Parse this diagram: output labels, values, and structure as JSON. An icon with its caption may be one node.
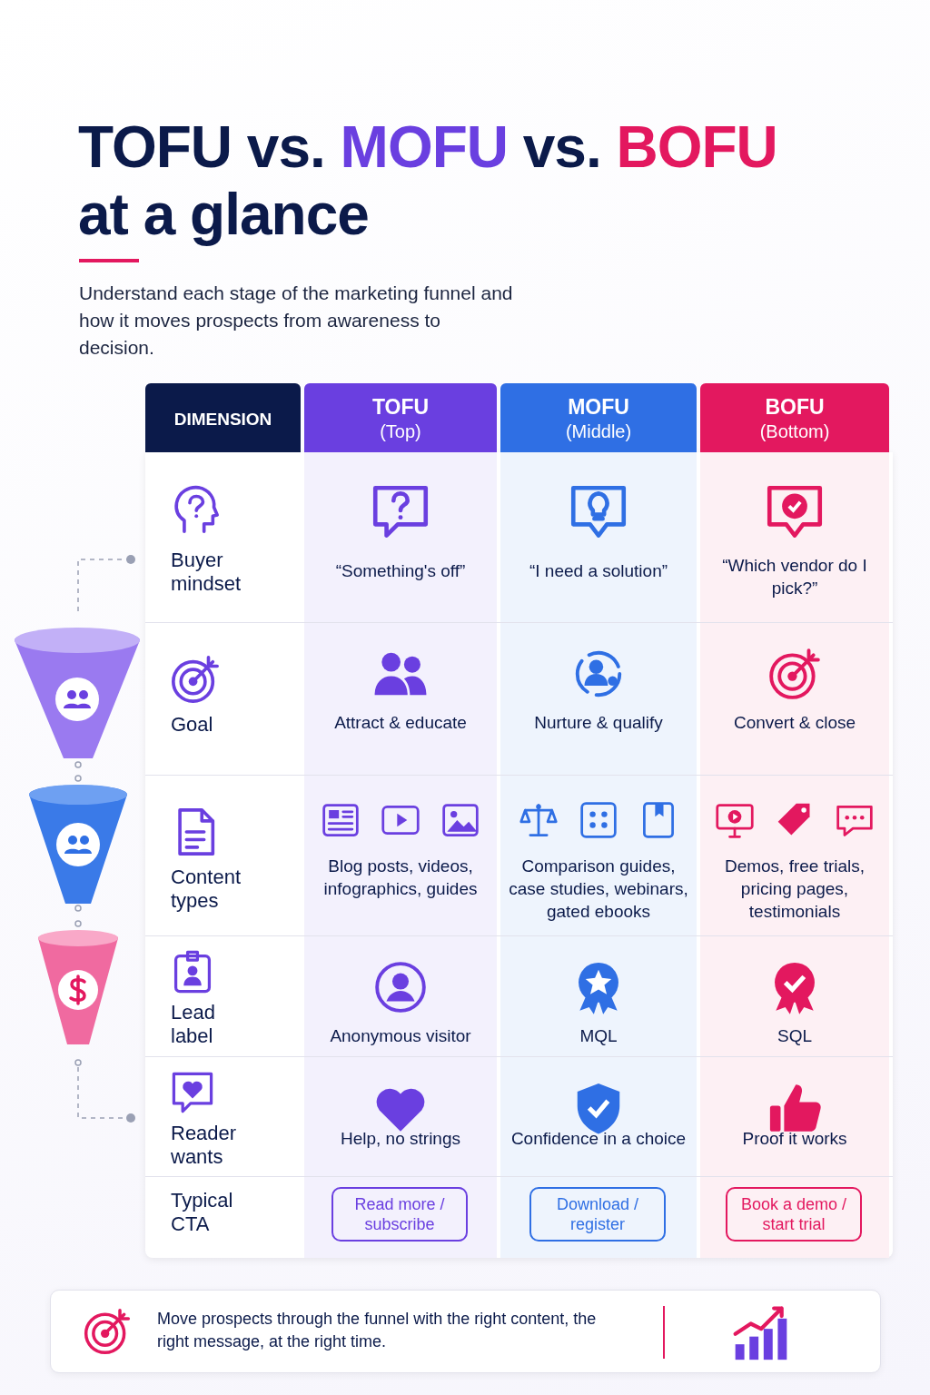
{
  "diagram": {
    "title": "TOFU vs. MOFU vs. BOFU at a glance",
    "labels": [
      "Understand each stage of the marketing funnel and how it moves prospects from awareness to decision.",
      "DIMENSION",
      "TOFU",
      "(Top)",
      "MOFU",
      "(Middle)",
      "BOFU",
      "(Bottom)",
      "Buyer mindset",
      "“Something's off”",
      "“I need a solution”",
      "“Which vendor do I pick?”",
      "Goal",
      "Attract & educate",
      "Nurture & qualify",
      "Convert & close",
      "Content types",
      "Blog posts, videos, infographics, guides",
      "Comparison guides, case studies, webinars, gated ebooks",
      "Demos, free trials, pricing pages, testimonials",
      "Lead label",
      "Anonymous visitor",
      "MQL",
      "SQL",
      "Reader wants",
      "Help, no strings",
      "Confidence in a choice",
      "Proof it works",
      "Typical CTA",
      "Read more / subscribe",
      "Download / register",
      "Book a demo / start trial",
      "Move prospects through the funnel with the right content, the right message, at the right time."
    ]
  }
}
